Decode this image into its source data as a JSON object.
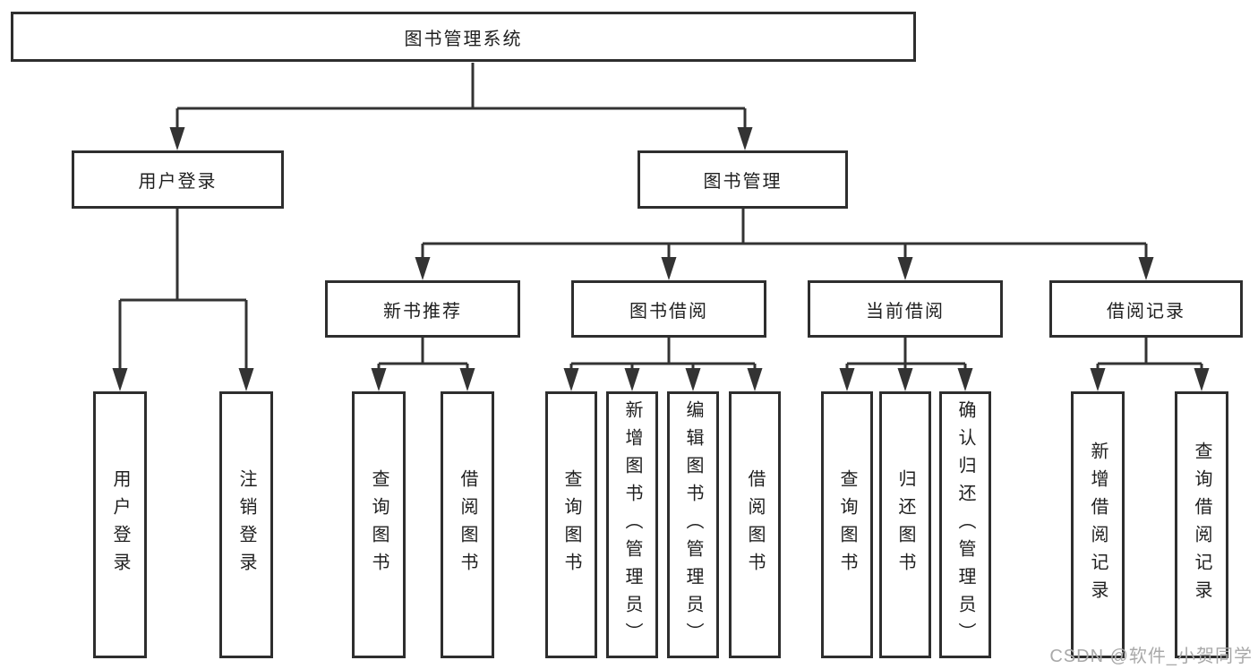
{
  "diagram": {
    "title": "图书管理系统",
    "level2": {
      "user_login": "用户登录",
      "book_mgmt": "图书管理"
    },
    "level3": {
      "new_book": "新书推荐",
      "book_borrow": "图书借阅",
      "current_borrow": "当前借阅",
      "borrow_record": "借阅记录"
    },
    "leaves": {
      "user_login": [
        "用户登录",
        "注销登录"
      ],
      "new_book": [
        "查询图书",
        "借阅图书"
      ],
      "book_borrow": [
        "查询图书",
        "新增图书（管理员）",
        "编辑图书（管理员）",
        "借阅图书"
      ],
      "current_borrow": [
        "查询图书",
        "归还图书",
        "确认归还（管理员）"
      ],
      "borrow_record": [
        "新增借阅记录",
        "查询借阅记录"
      ]
    }
  },
  "watermark": "CSDN @软件_小贺同学",
  "colors": {
    "line": "#333333",
    "box_border": "#2e2e2e",
    "text": "#1f1f1f",
    "watermark": "#a9a9a9",
    "background": "#ffffff"
  }
}
